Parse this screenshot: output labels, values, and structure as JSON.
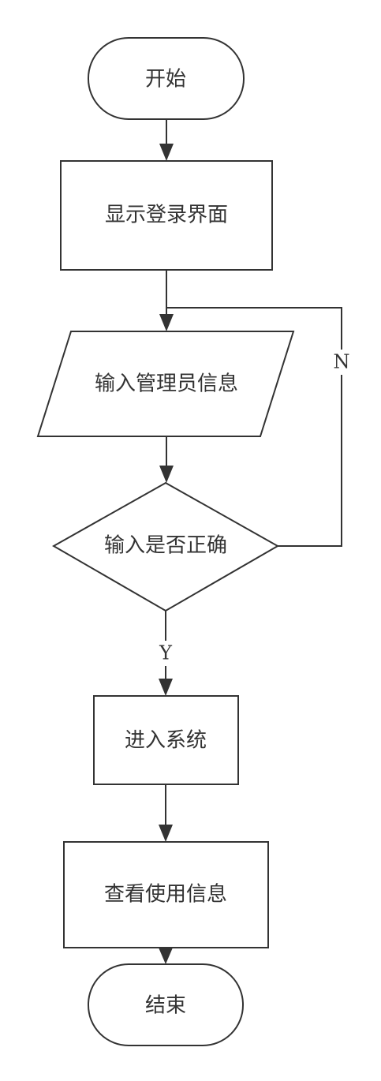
{
  "nodes": {
    "start": "开始",
    "show_login": "显示登录界面",
    "input_admin": "输入管理员信息",
    "check_input": "输入是否正确",
    "enter_system": "进入系统",
    "view_info": "查看使用信息",
    "end": "结束"
  },
  "edge_labels": {
    "no": "N",
    "yes": "Y"
  },
  "colors": {
    "stroke": "#333333",
    "fill": "#ffffff",
    "text": "#333333"
  }
}
